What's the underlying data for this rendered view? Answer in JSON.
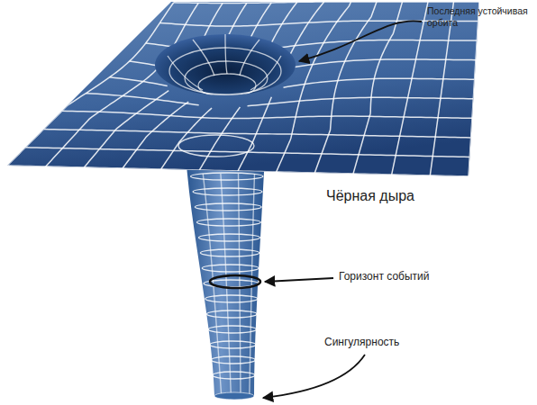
{
  "diagram": {
    "labels": [
      "Последняя устойчивая орбита",
      "Чёрная дыра",
      "Горизонт событий",
      "Сингулярность"
    ]
  }
}
